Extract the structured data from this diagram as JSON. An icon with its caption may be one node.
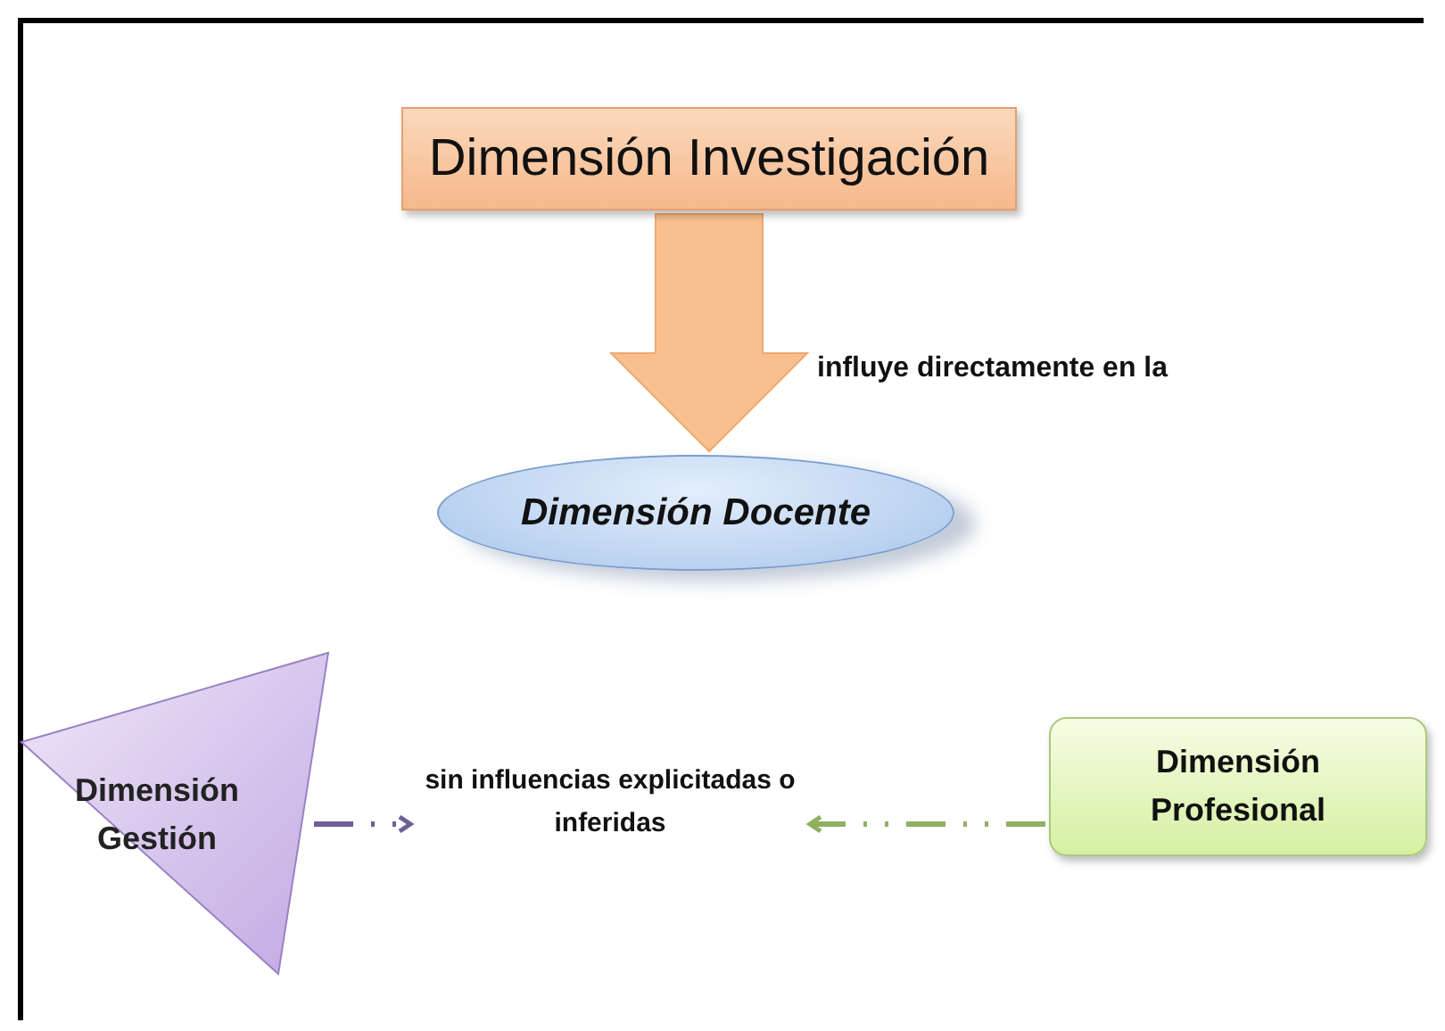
{
  "diagram": {
    "nodes": [
      {
        "text": [
          "Dimensión Investigación"
        ]
      },
      {
        "text": [
          "Dimensión Docente"
        ]
      },
      {
        "text": [
          "Dimensión Gestión"
        ]
      },
      {
        "text": [
          "Dimensión Profesional"
        ]
      },
      {
        "text": [
          "sin influencias explicitadas o inferidas"
        ]
      }
    ],
    "edges": [
      {
        "from": 0,
        "to": 1,
        "arrow": "to",
        "label": "influye directamente en la",
        "style": "thick",
        "color": "#f9c08f"
      },
      {
        "from": 2,
        "to": 4,
        "arrow": "to",
        "style": "dashed",
        "color": "#6f5f96"
      },
      {
        "from": 3,
        "to": 4,
        "arrow": "to",
        "style": "dashed",
        "color": "#8faf62"
      }
    ]
  }
}
